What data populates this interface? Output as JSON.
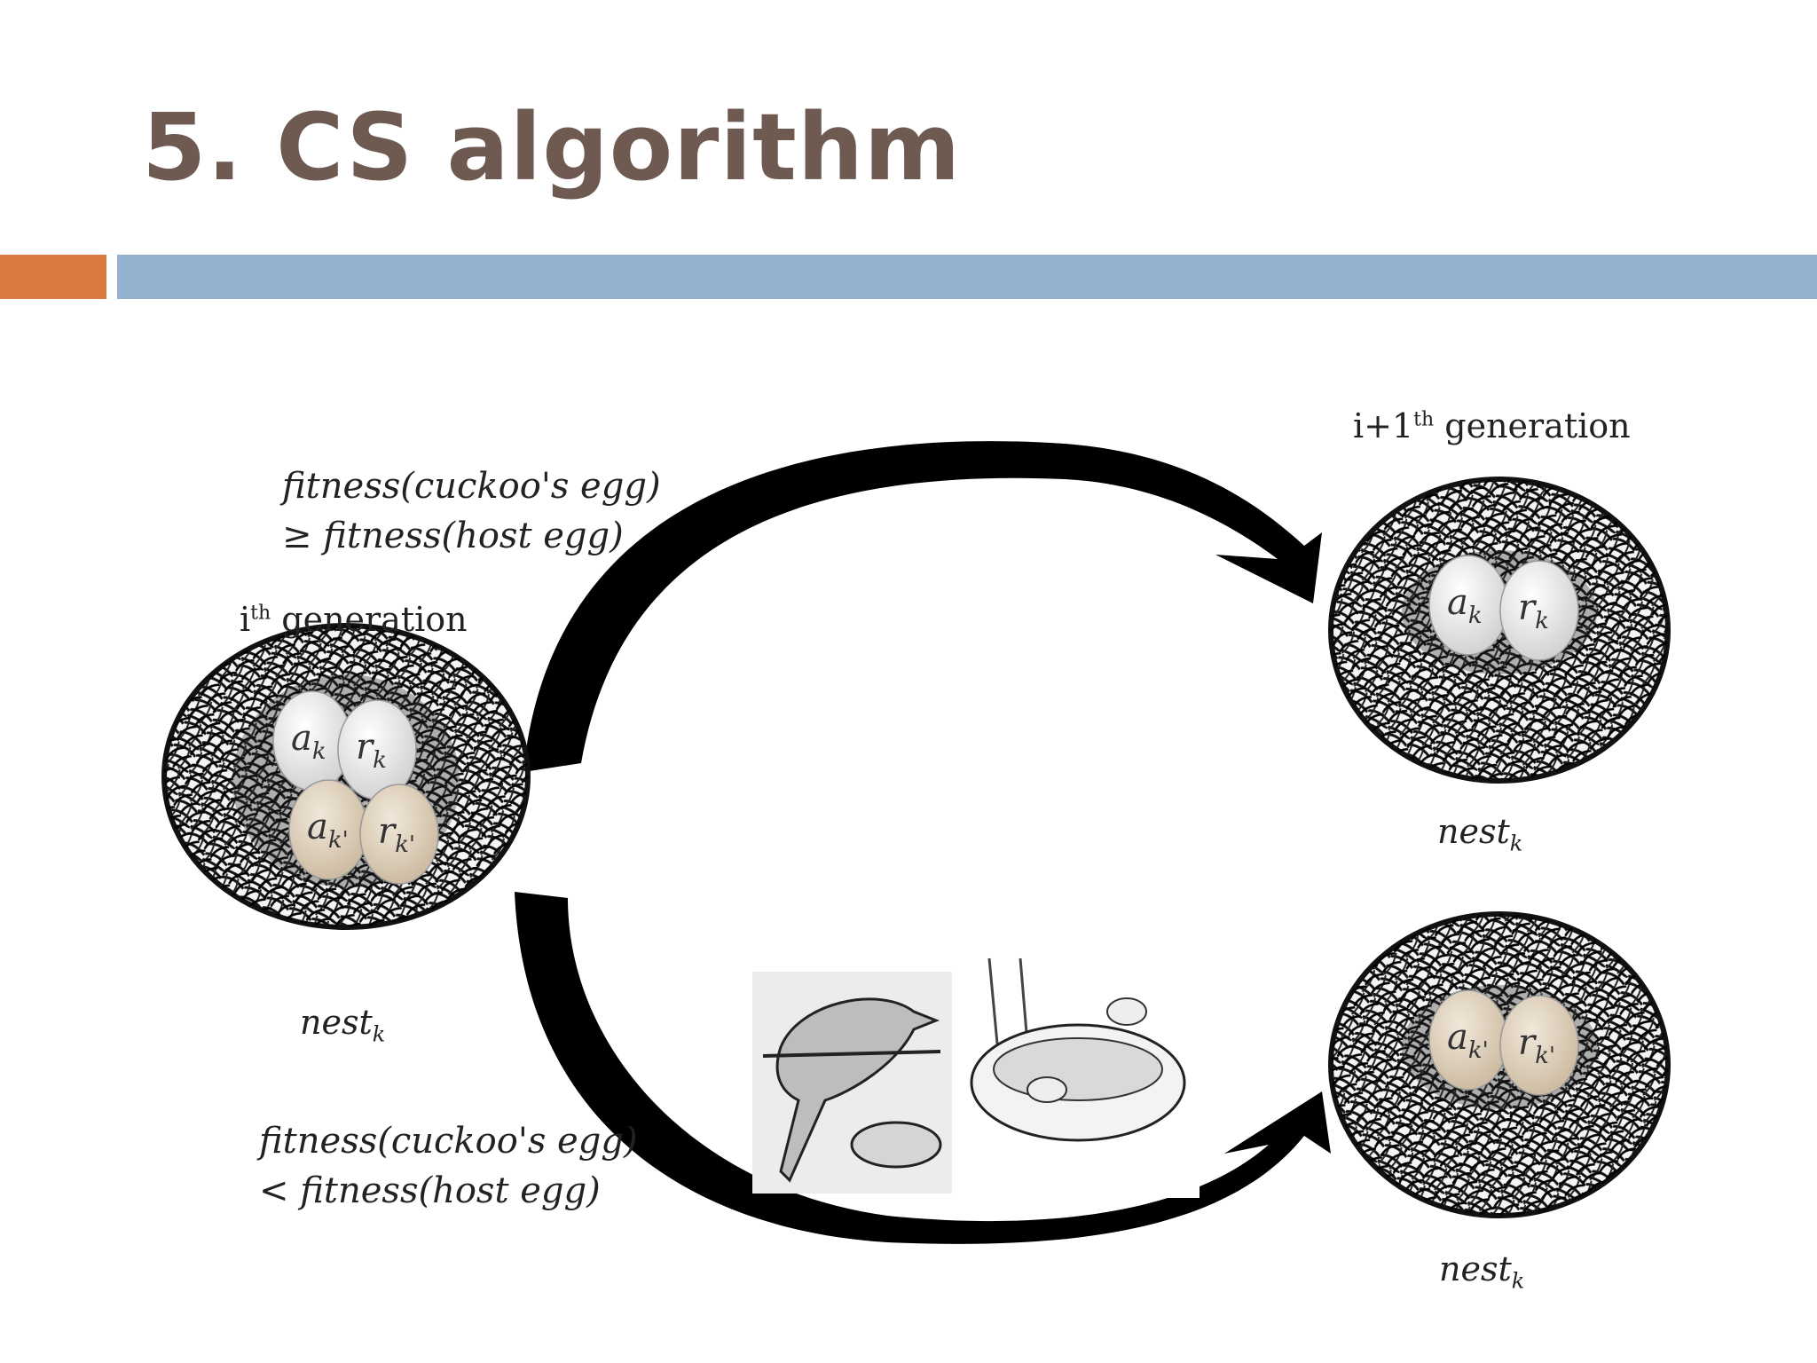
{
  "title": "5. CS algorithm",
  "colors": {
    "accent_orange": "#d9783f",
    "accent_blue": "#93b2cf",
    "title": "#6f5a52"
  },
  "diagram": {
    "cond_top": [
      "fitness(cuckoo's egg)",
      "≥  fitness(host egg)"
    ],
    "cond_bottom": [
      "fitness(cuckoo's egg)",
      "<  fitness(host egg)"
    ],
    "gen_i": {
      "prefix": "i",
      "sup": "th",
      "text": " generation"
    },
    "gen_next": {
      "prefix": "i+1",
      "sup": "th",
      "text": " generation"
    },
    "nest_label": {
      "base": "nest",
      "sub": "k"
    },
    "eggs_left": [
      {
        "base": "a",
        "sub": "k",
        "color": "#e9e9e9"
      },
      {
        "base": "r",
        "sub": "k",
        "color": "#e9e9e9"
      },
      {
        "base": "a",
        "sub": "k'",
        "color": "#e3d6c3"
      },
      {
        "base": "r",
        "sub": "k'",
        "color": "#e3d6c3"
      }
    ],
    "eggs_top_right": [
      {
        "base": "a",
        "sub": "k"
      },
      {
        "base": "r",
        "sub": "k"
      }
    ],
    "eggs_bottom_right": [
      {
        "base": "a",
        "sub": "k'"
      },
      {
        "base": "r",
        "sub": "k'"
      }
    ],
    "illustrations": [
      "cuckoo-bird-illustration",
      "host-nest-illustration"
    ]
  }
}
